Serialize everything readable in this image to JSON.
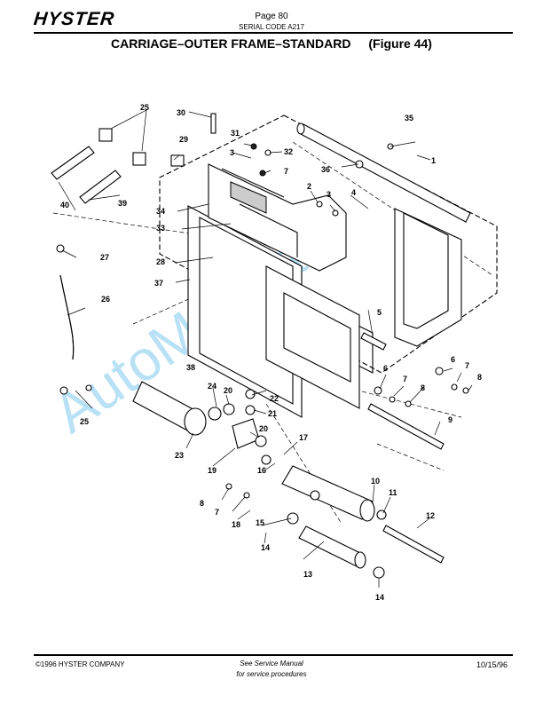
{
  "header": {
    "logo": "HYSTER",
    "page": "Page 80",
    "serial": "SERIAL CODE A217"
  },
  "title": {
    "main": "CARRIAGE–OUTER FRAME–STANDARD",
    "figure": "(Figure 44)"
  },
  "diagram": {
    "callouts": [
      "1",
      "2",
      "3",
      "3",
      "4",
      "5",
      "6",
      "6",
      "7",
      "7",
      "7",
      "8",
      "8",
      "8",
      "9",
      "10",
      "11",
      "12",
      "13",
      "14",
      "14",
      "15",
      "16",
      "17",
      "18",
      "19",
      "20",
      "20",
      "21",
      "22",
      "23",
      "24",
      "25",
      "25",
      "26",
      "27",
      "28",
      "29",
      "30",
      "31",
      "32",
      "33",
      "34",
      "35",
      "36",
      "37",
      "38",
      "39",
      "40"
    ],
    "watermark": "AutoManual"
  },
  "footer": {
    "copyright": "©1996 HYSTER COMPANY",
    "service_line1": "See Service Manual",
    "service_line2": "for service procedures",
    "date": "10/15/96"
  }
}
